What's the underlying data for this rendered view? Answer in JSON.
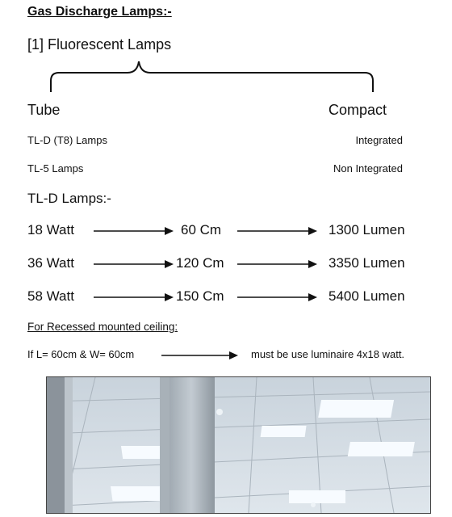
{
  "heading": "Gas Discharge Lamps:-",
  "section": "[1] Fluorescent Lamps",
  "categories": {
    "tube": "Tube",
    "compact": "Compact"
  },
  "tube_types": [
    "TL-D (T8) Lamps",
    "TL-5 Lamps"
  ],
  "compact_types": [
    "Integrated",
    "Non Integrated"
  ],
  "tld_title": "TL-D Lamps:-",
  "tld_rows": [
    {
      "watt": "18 Watt",
      "length": "60 Cm",
      "lumen": "1300 Lumen"
    },
    {
      "watt": "36 Watt",
      "length": "120 Cm",
      "lumen": "3350 Lumen"
    },
    {
      "watt": "58 Watt",
      "length": "150 Cm",
      "lumen": "5400 Lumen"
    }
  ],
  "recessed_title": "For Recessed mounted ceiling:",
  "rule": {
    "condition": "If L= 60cm & W= 60cm",
    "result": "must be use luminaire 4x18 watt."
  },
  "photo_icon": "office-ceiling-photo"
}
